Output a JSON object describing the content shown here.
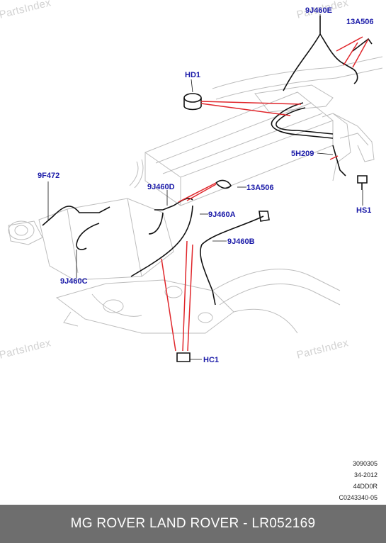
{
  "callouts": {
    "part_9J460E": "9J460E",
    "part_13A506_top": "13A506",
    "part_HD1": "HD1",
    "part_5H209": "5H209",
    "part_HS1": "HS1",
    "part_9F472": "9F472",
    "part_9J460D": "9J460D",
    "part_13A506_mid": "13A506",
    "part_9J460A": "9J460A",
    "part_9J460B": "9J460B",
    "part_9J460C": "9J460C",
    "part_HC1": "HC1"
  },
  "watermarks": [
    "PartsIndex",
    "PartsIndex",
    "PartsIndex",
    "PartsIndex"
  ],
  "reference_codes": [
    "3090305",
    "34-2012",
    "44DD0R",
    "C0243340-05"
  ],
  "footer": {
    "title": "MG ROVER LAND ROVER - LR052169"
  },
  "colors": {
    "callout_text": "#1a1aa8",
    "leader_line": "#e0262b",
    "footer_bg": "#6e6e6e",
    "drawing_line": "#bdbdbd",
    "harness": "#111111"
  }
}
